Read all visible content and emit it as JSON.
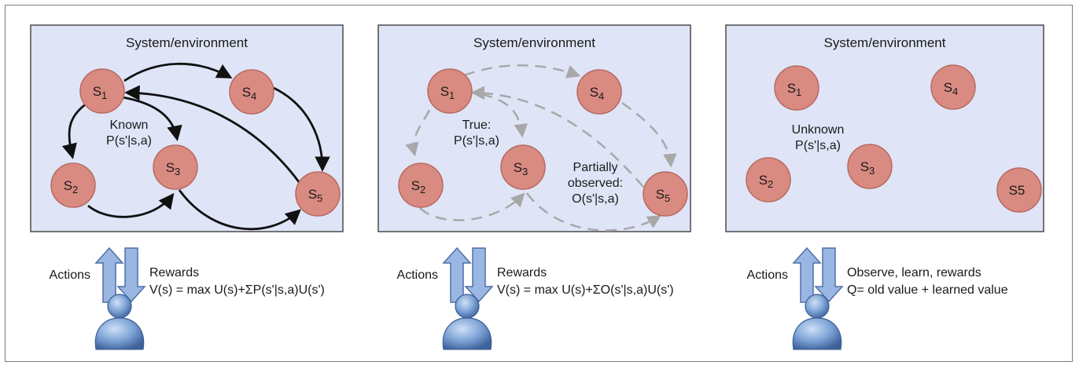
{
  "panels": [
    {
      "id": "known",
      "title": "System/environment",
      "states": [
        "S",
        "S",
        "S",
        "S",
        "S"
      ],
      "state_subscripts": [
        "1",
        "2",
        "3",
        "4",
        "5"
      ],
      "center_label_lines": [
        "Known",
        "P(s'|s,a)"
      ],
      "extra_label_lines": [],
      "transitions_style": "solid",
      "actions_label": "Actions",
      "rewards_lines": [
        "Rewards",
        "V(s) = max U(s)+ΣP(s'|s,a)U(s')"
      ]
    },
    {
      "id": "partial",
      "title": "System/environment",
      "states": [
        "S",
        "S",
        "S",
        "S",
        "S"
      ],
      "state_subscripts": [
        "1",
        "2",
        "3",
        "4",
        "5"
      ],
      "center_label_lines": [
        "True:",
        "P(s'|s,a)"
      ],
      "extra_label_lines": [
        "Partially",
        "observed:",
        "O(s'|s,a)"
      ],
      "transitions_style": "dashed",
      "actions_label": "Actions",
      "rewards_lines": [
        "Rewards",
        "V(s) = max U(s)+ΣO(s'|s,a)U(s')"
      ]
    },
    {
      "id": "unknown",
      "title": "System/environment",
      "states": [
        "S",
        "S",
        "S",
        "S",
        "S5"
      ],
      "state_subscripts": [
        "1",
        "2",
        "3",
        "4",
        ""
      ],
      "center_label_lines": [
        "Unknown",
        "P(s'|s,a)"
      ],
      "extra_label_lines": [],
      "transitions_style": "none",
      "actions_label": "Actions",
      "rewards_lines": [
        "Observe, learn, rewards",
        "Q= old value + learned value"
      ]
    }
  ],
  "colors": {
    "panel_fill": "#dfe5f7",
    "panel_border": "#4a4a4a",
    "state_fill": "#d98b82",
    "state_stroke": "#b86a62",
    "solid_arrow": "#111111",
    "dashed_arrow": "#a8a8a8",
    "arrow_fill": "#9ab7e3",
    "arrow_stroke": "#4f6fa8",
    "agent_fill": "#6f95cf",
    "agent_stroke": "#3d5f97"
  },
  "icons": {
    "agent": "person-icon",
    "actions_arrow": "up-arrow-icon",
    "rewards_arrow": "down-arrow-icon"
  }
}
